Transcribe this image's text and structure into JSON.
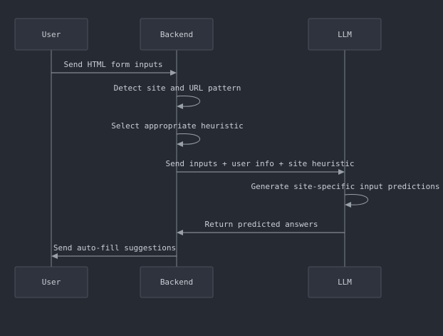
{
  "actors": [
    {
      "id": "user",
      "label": "User"
    },
    {
      "id": "backend",
      "label": "Backend"
    },
    {
      "id": "llm",
      "label": "LLM"
    }
  ],
  "messages": [
    {
      "from": "user",
      "to": "backend",
      "label": "Send HTML form inputs"
    },
    {
      "from": "backend",
      "to": "backend",
      "label": "Detect site and URL pattern"
    },
    {
      "from": "backend",
      "to": "backend",
      "label": "Select appropriate heuristic"
    },
    {
      "from": "backend",
      "to": "llm",
      "label": "Send inputs + user info + site heuristic"
    },
    {
      "from": "llm",
      "to": "llm",
      "label": "Generate site-specific input predictions"
    },
    {
      "from": "llm",
      "to": "backend",
      "label": "Return predicted answers"
    },
    {
      "from": "backend",
      "to": "user",
      "label": "Send auto-fill suggestions"
    }
  ],
  "colors": {
    "background": "#262a33",
    "actor_fill": "#2f333d",
    "actor_stroke": "#4b505a",
    "text": "#c9cdd4",
    "line": "#9aa0a8",
    "lifeline": "#6b7079"
  }
}
